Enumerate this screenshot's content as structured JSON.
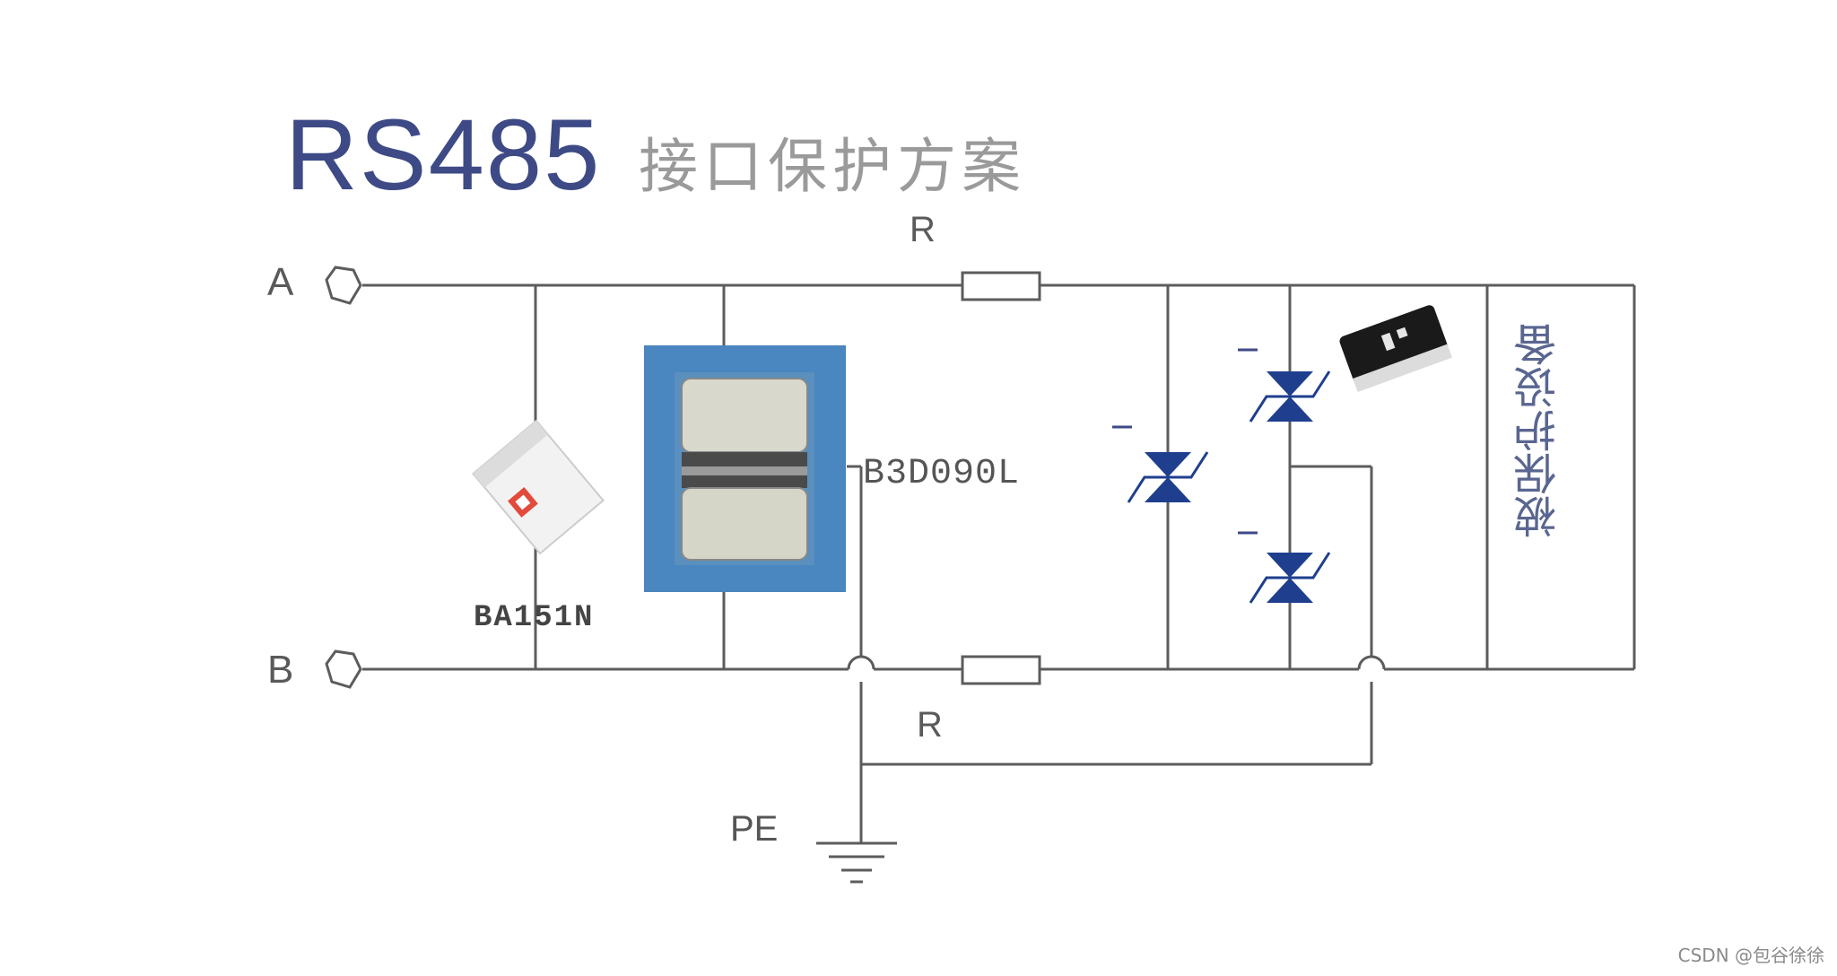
{
  "title": {
    "main": "RS485",
    "sub": "接口保护方案"
  },
  "terminals": {
    "a": "A",
    "b": "B",
    "pe": "PE"
  },
  "resistors": {
    "top": "R",
    "bottom": "R"
  },
  "parts": {
    "diode_array": "BA151N",
    "gas_discharge_tube": "B3D090L"
  },
  "protected_device": "被保护设备",
  "watermark": "CSDN @包谷徐徐",
  "colors": {
    "line": "#555555",
    "tvs": "#1f3f8e",
    "gdt_bg": "#4a86c0",
    "title": "#3d4a86"
  }
}
